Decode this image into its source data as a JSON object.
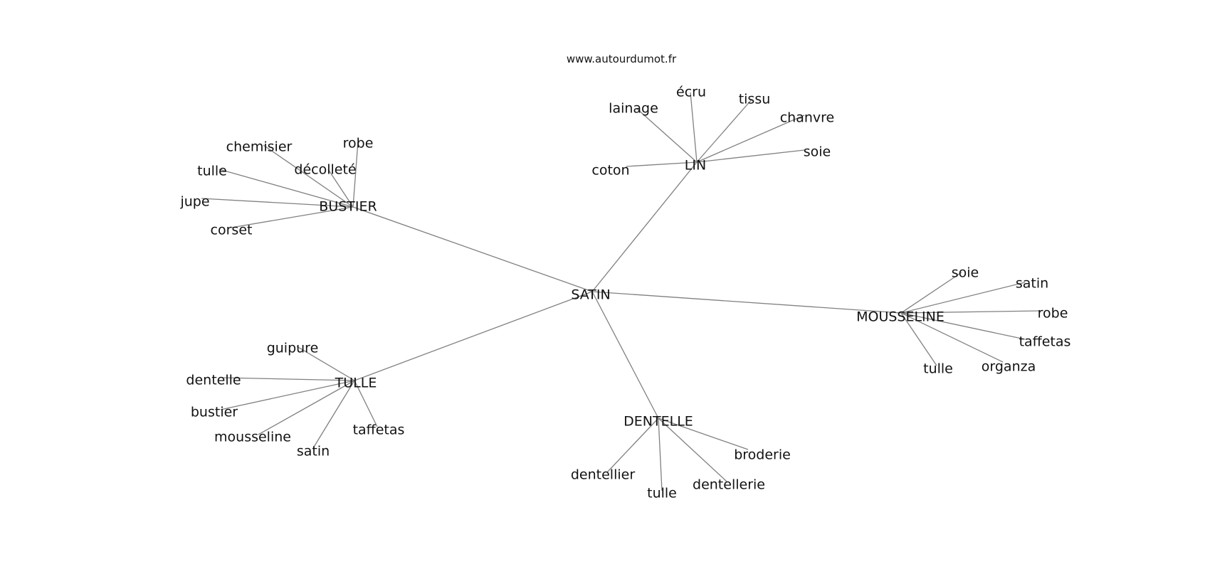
{
  "site": "www.autourdumot.fr",
  "center": {
    "label": "SATIN"
  },
  "hubs": [
    {
      "label": "BUSTIER",
      "children": [
        {
          "label": "chemisier"
        },
        {
          "label": "robe"
        },
        {
          "label": "décolleté"
        },
        {
          "label": "tulle"
        },
        {
          "label": "jupe"
        },
        {
          "label": "corset"
        }
      ]
    },
    {
      "label": "LIN",
      "children": [
        {
          "label": "lainage"
        },
        {
          "label": "écru"
        },
        {
          "label": "tissu"
        },
        {
          "label": "chanvre"
        },
        {
          "label": "soie"
        },
        {
          "label": "coton"
        }
      ]
    },
    {
      "label": "MOUSSELINE",
      "children": [
        {
          "label": "soie"
        },
        {
          "label": "satin"
        },
        {
          "label": "robe"
        },
        {
          "label": "taffetas"
        },
        {
          "label": "organza"
        },
        {
          "label": "tulle"
        }
      ]
    },
    {
      "label": "DENTELLE",
      "children": [
        {
          "label": "broderie"
        },
        {
          "label": "dentellerie"
        },
        {
          "label": "tulle"
        },
        {
          "label": "dentellier"
        }
      ]
    },
    {
      "label": "TULLE",
      "children": [
        {
          "label": "guipure"
        },
        {
          "label": "dentelle"
        },
        {
          "label": "bustier"
        },
        {
          "label": "mousseline"
        },
        {
          "label": "satin"
        },
        {
          "label": "taffetas"
        }
      ]
    }
  ]
}
